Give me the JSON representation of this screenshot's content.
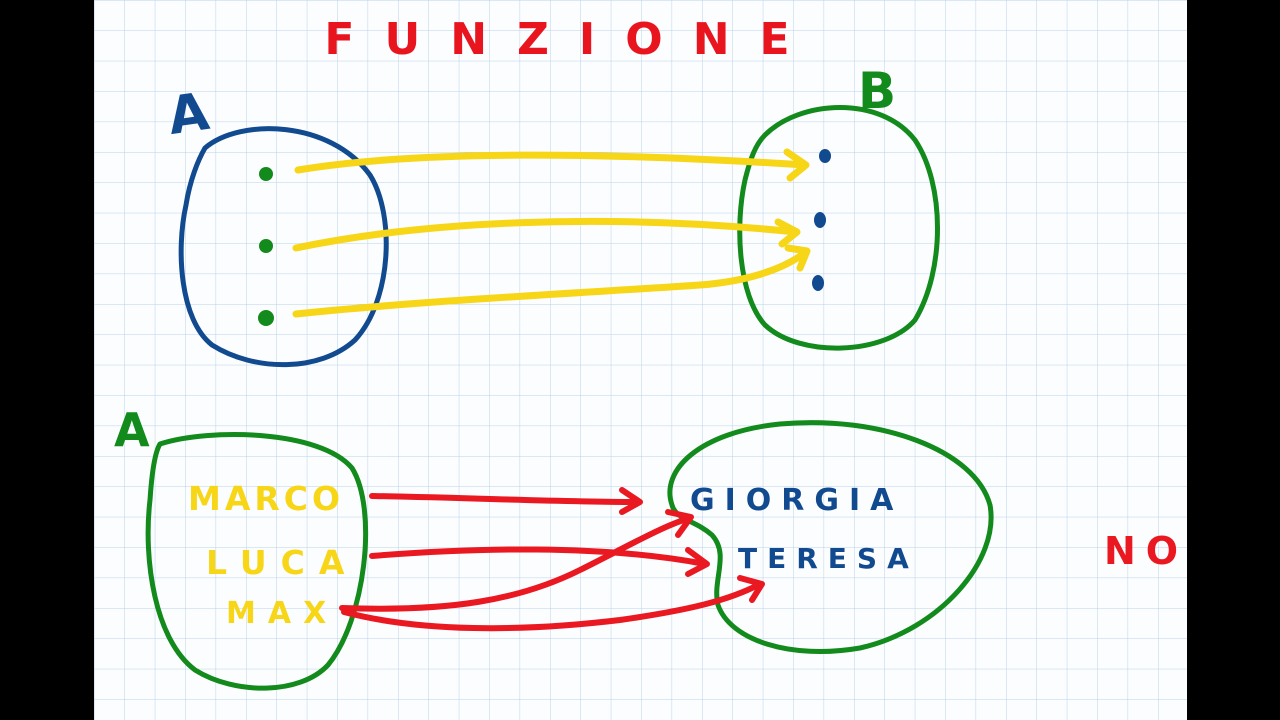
{
  "title": "FUNZIONE",
  "colors": {
    "title": "#e8141e",
    "blue": "#124a8f",
    "green": "#138a1c",
    "yellow": "#f7d618",
    "red": "#ea1820",
    "grid": "#b9d3e8",
    "paper": "#fcfdff"
  },
  "diagram1": {
    "domain_label": "A",
    "codomain_label": "B"
  },
  "diagram2": {
    "domain_label": "A",
    "domain_items": [
      "MARCO",
      "LUCA",
      "MAX"
    ],
    "codomain_items": [
      "GIORGIA",
      "TERESA"
    ],
    "verdict": "NO"
  }
}
